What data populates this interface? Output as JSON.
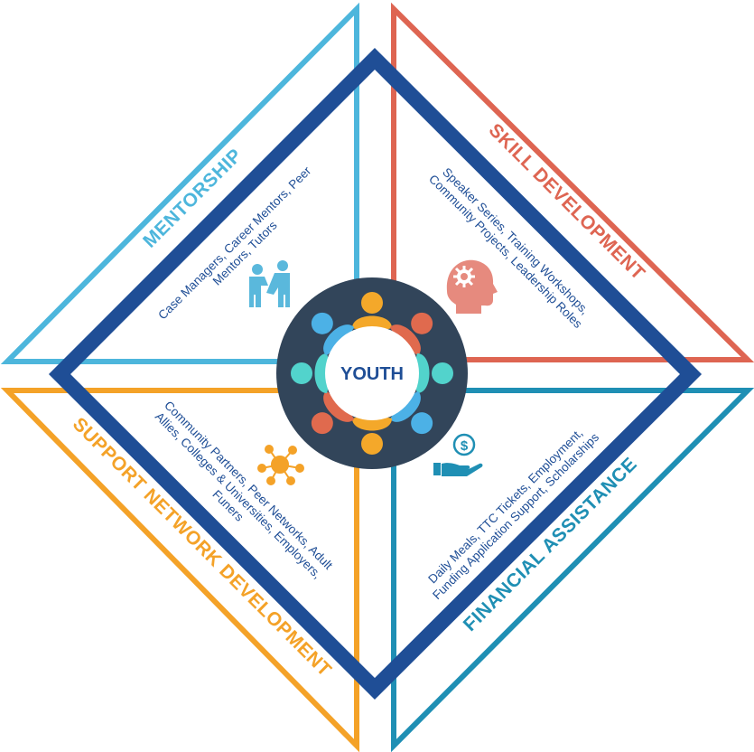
{
  "center": {
    "label": "YOUTH"
  },
  "sections": {
    "mentorship": {
      "title": "MENTORSHIP",
      "lines": [
        "Case Managers, Career Mentors, Peer",
        "Mentors, Tutors"
      ],
      "color": "#4db6dc",
      "icon": "handshake-people-icon"
    },
    "skill": {
      "title": "SKILL DEVELOPMENT",
      "lines": [
        "Speaker Series, Training Workshops,",
        "Community Projects,  Leadership Roles"
      ],
      "color": "#de6552",
      "icon": "head-gear-icon"
    },
    "support": {
      "title": "SUPPORT NETWORK DEVELOPMENT",
      "lines": [
        "Community Partners, Peer Networks, Adult",
        "Allies, Colleges & Universities, Employers,",
        "Funers"
      ],
      "color": "#f4a228",
      "icon": "network-nodes-icon"
    },
    "financial": {
      "title": "FINANCIAL ASSISTANCE",
      "lines": [
        "Daily Meals, TTC Tickets, Employment,",
        "Funding Application Support, Scholarships"
      ],
      "color": "#1f8fb4",
      "icon": "hand-coin-icon"
    }
  },
  "colors": {
    "diamond": "#1f4e96",
    "center_disc": "#32455a",
    "people": [
      "#f4a82a",
      "#e06a4e",
      "#52d3cc",
      "#4cb1e6",
      "#f4a82a",
      "#e06a4e",
      "#52d3cc",
      "#4cb1e6"
    ]
  }
}
